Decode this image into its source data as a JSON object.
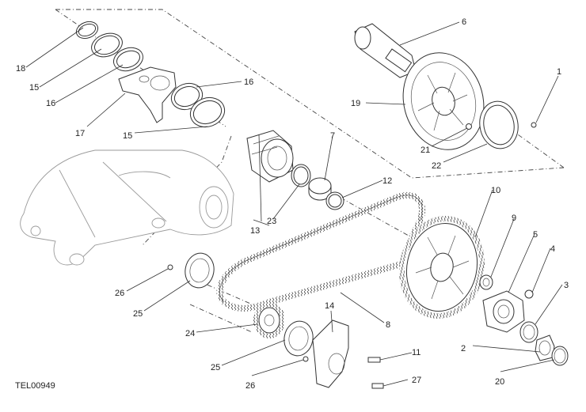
{
  "diagram_code": "TEL00949",
  "labels": {
    "l1": "1",
    "l2": "2",
    "l3": "3",
    "l4": "4",
    "l5": "5",
    "l6": "6",
    "l7": "7",
    "l8": "8",
    "l9": "9",
    "l10": "10",
    "l11": "11",
    "l12": "12",
    "l13": "13",
    "l14": "14",
    "l15a": "15",
    "l15b": "15",
    "l16a": "16",
    "l16b": "16",
    "l17": "17",
    "l18": "18",
    "l19": "19",
    "l20": "20",
    "l21": "21",
    "l22": "22",
    "l23": "23",
    "l24": "24",
    "l25a": "25",
    "l25b": "25",
    "l26a": "26",
    "l26b": "26",
    "l27": "27"
  }
}
